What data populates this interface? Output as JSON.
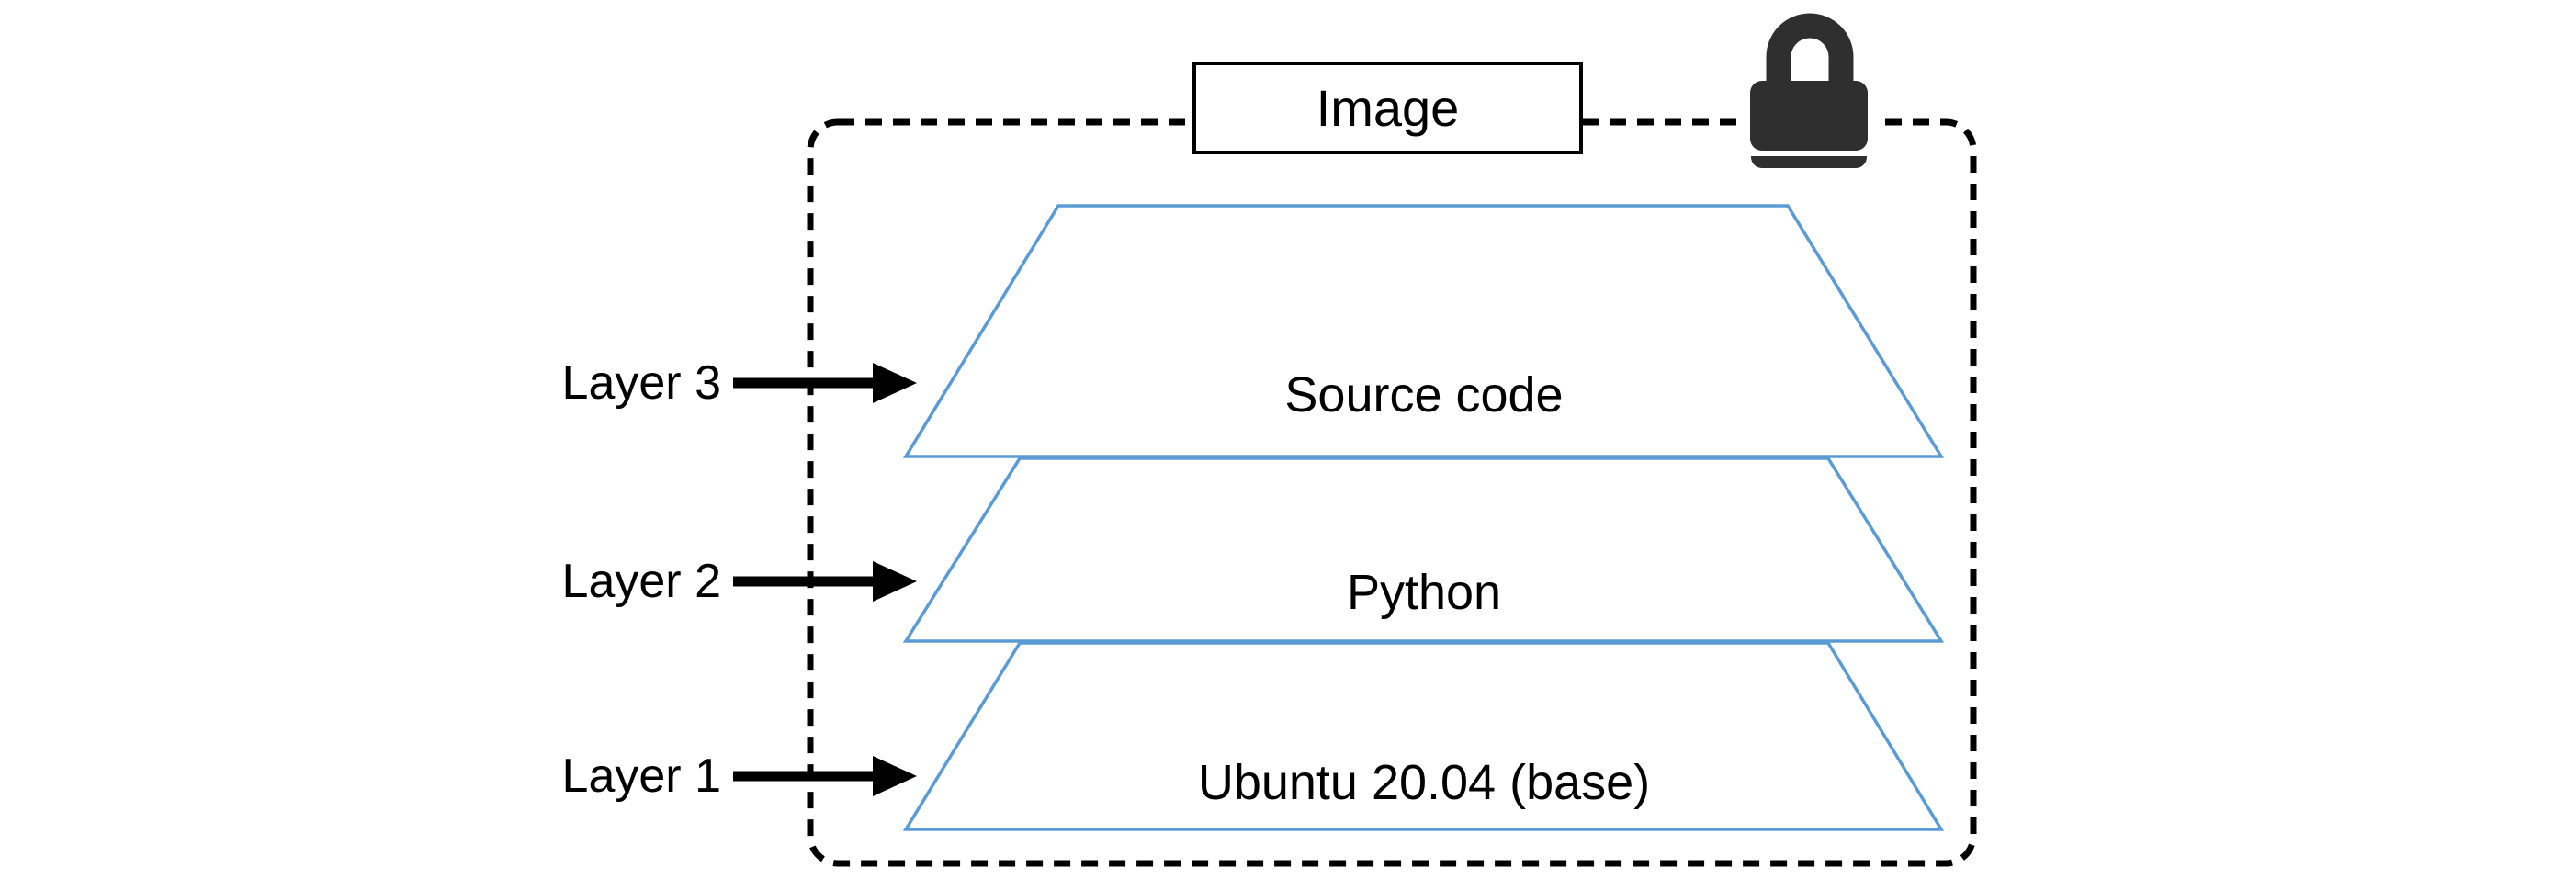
{
  "diagram": {
    "image_box": {
      "label": "Image"
    },
    "lock_icon": {
      "name": "padlock-icon",
      "meaning": "read-only / immutable image"
    },
    "layers": [
      {
        "label": "Layer 3",
        "content": "Source code"
      },
      {
        "label": "Layer 2",
        "content": "Python"
      },
      {
        "label": "Layer 1",
        "content": "Ubuntu 20.04 (base)"
      }
    ],
    "colors": {
      "trapezoid_stroke": "#5B9BD5",
      "dashed_border": "#000000",
      "lock": "#2F2F2F",
      "text": "#000000",
      "background": "#FFFFFF"
    }
  }
}
